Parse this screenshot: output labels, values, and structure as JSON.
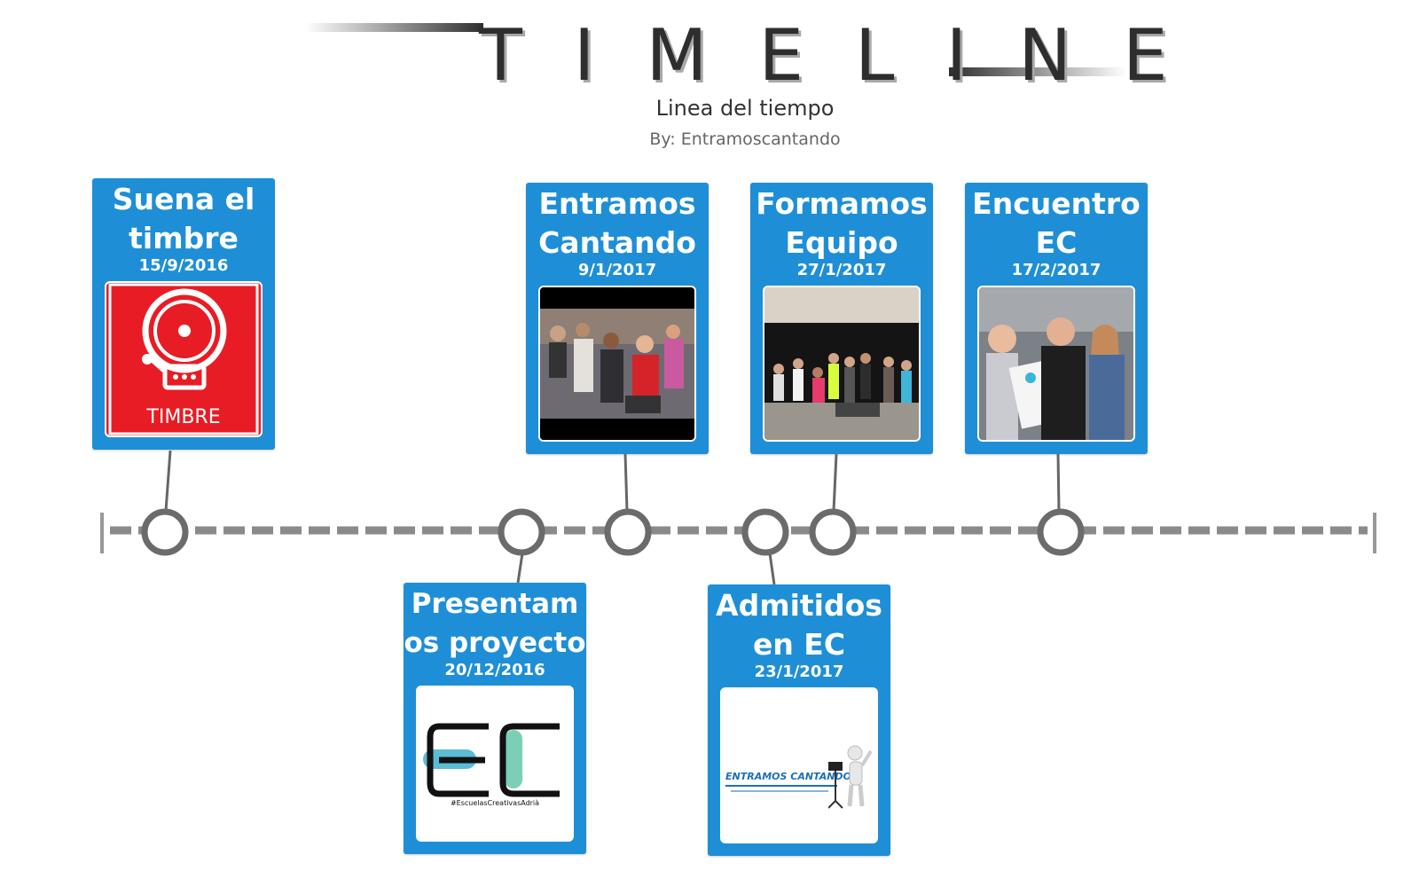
{
  "header": {
    "title": "TIMELINE",
    "subtitle": "Linea del tiempo",
    "byline": "By: Entramoscantando"
  },
  "colors": {
    "card": "#1e8fd6",
    "line": "#777777",
    "node": "#6b6b6b",
    "bell_red": "#e81c24"
  },
  "events": [
    {
      "id": "timbre",
      "title": "Suena el\ntimbre",
      "date": "15/9/2016",
      "image": "bell-sign-image",
      "image_text": "TIMBRE"
    },
    {
      "id": "proyecto",
      "title": "Presentam\nos proyecto",
      "date": "20/12/2016",
      "image": "ec-logo-image",
      "image_text": "#EscuelasCreativasAdrià"
    },
    {
      "id": "cantando",
      "title": "Entramos\nCantando",
      "date": "9/1/2017",
      "image": "children-photo"
    },
    {
      "id": "admitidos",
      "title": "Admitidos\nen EC",
      "date": "23/1/2017",
      "image": "entramos-cantando-logo",
      "image_text": "ENTRAMOS CANTANDO"
    },
    {
      "id": "equipo",
      "title": "Formamos\nEquipo",
      "date": "27/1/2017",
      "image": "team-photo"
    },
    {
      "id": "encuentro",
      "title": "Encuentro\nEC",
      "date": "17/2/2017",
      "image": "meeting-photo"
    }
  ]
}
